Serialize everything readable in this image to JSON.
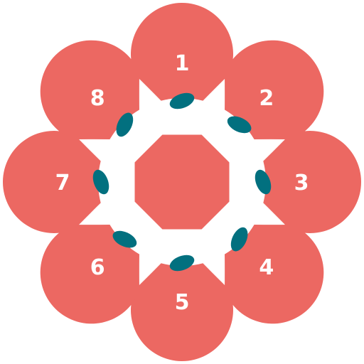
{
  "colors": {
    "petal": "#ec6862",
    "connector": "#02707f",
    "background": "#ffffff"
  },
  "petals": [
    {
      "label": "1"
    },
    {
      "label": "2"
    },
    {
      "label": "3"
    },
    {
      "label": "4"
    },
    {
      "label": "5"
    },
    {
      "label": "6"
    },
    {
      "label": "7"
    },
    {
      "label": "8"
    }
  ]
}
